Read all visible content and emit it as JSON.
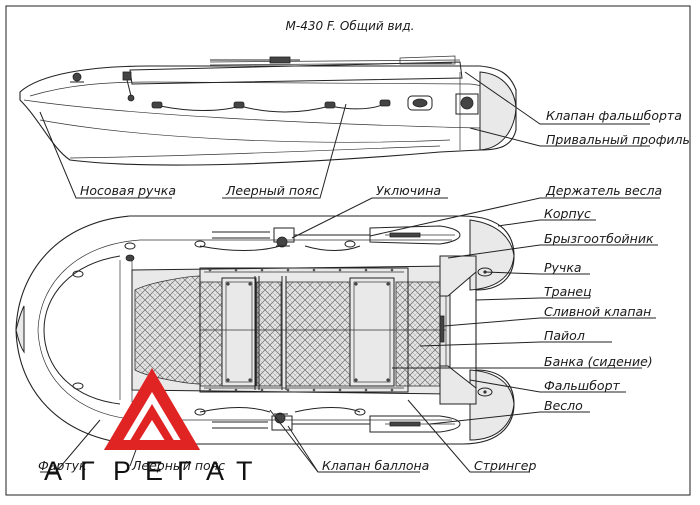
{
  "title": "М-430 F. Общий вид.",
  "labels": {
    "klapan_falshborta": "Клапан фальшборта",
    "privalny_profil": "Привальный профиль",
    "nosovaya_ruchka": "Носовая ручка",
    "lerny_poyas_top": "Леерный пояс",
    "uklyuchina": "Уключина",
    "derzhatel_vesla": "Держатель весла",
    "korpus": "Корпус",
    "bryzgootboynik": "Брызгоотбойник",
    "ruchka": "Ручка",
    "tranets": "Транец",
    "slivnoy_klapan": "Сливной клапан",
    "payol": "Пайол",
    "banka": "Банка (сидение)",
    "falshbort": "Фальшборт",
    "veslo": "Весло",
    "fartuk": "Фартук",
    "lerny_poyas_bottom": "Леерный пояс",
    "klapan_ballona": "Клапан баллона",
    "stringer": "Стрингер"
  },
  "logo": {
    "text": "АГРЕГАТ",
    "letters": [
      "А",
      "Г",
      "Р",
      "Е",
      "Г",
      "А",
      "Т"
    ],
    "color": "#e02424"
  }
}
